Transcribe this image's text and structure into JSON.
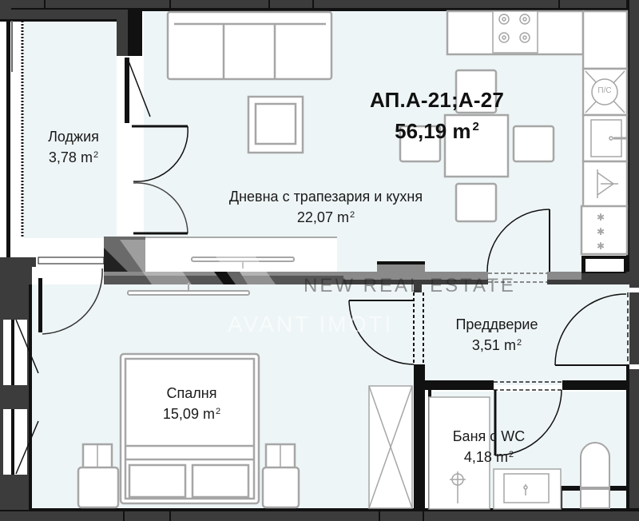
{
  "apartment": {
    "code": "АП.А-21;А-27",
    "total_area": "56,19",
    "unit": "m",
    "unit_sup": "2"
  },
  "rooms": [
    {
      "id": "loggia",
      "name": "Лоджия",
      "area": "3,78",
      "unit": "m",
      "sup": "2"
    },
    {
      "id": "living",
      "name": "Дневна с трапезария и кухня",
      "area": "22,07",
      "unit": "m",
      "sup": "2"
    },
    {
      "id": "bedroom",
      "name": "Спалня",
      "area": "15,09",
      "unit": "m",
      "sup": "2"
    },
    {
      "id": "hallway",
      "name": "Преддверие",
      "area": "3,51",
      "unit": "m",
      "sup": "2"
    },
    {
      "id": "bathroom",
      "name": "Баня с WC",
      "area": "4,18",
      "unit": "m",
      "sup": "2"
    }
  ],
  "kitchen": {
    "shaft_label": "П/С"
  },
  "watermark": {
    "line1": "NEW REAL ESTATE",
    "line2": "AVANT IMOTI"
  },
  "colors": {
    "wall": "#111111",
    "wall_dark": "#3c3c3c",
    "wall_gray": "#8a8a8a",
    "floor": "#eef5f6",
    "furniture_stroke": "#a6a6a6",
    "furniture_fill": "#ffffff",
    "text": "#1a1a1a"
  }
}
